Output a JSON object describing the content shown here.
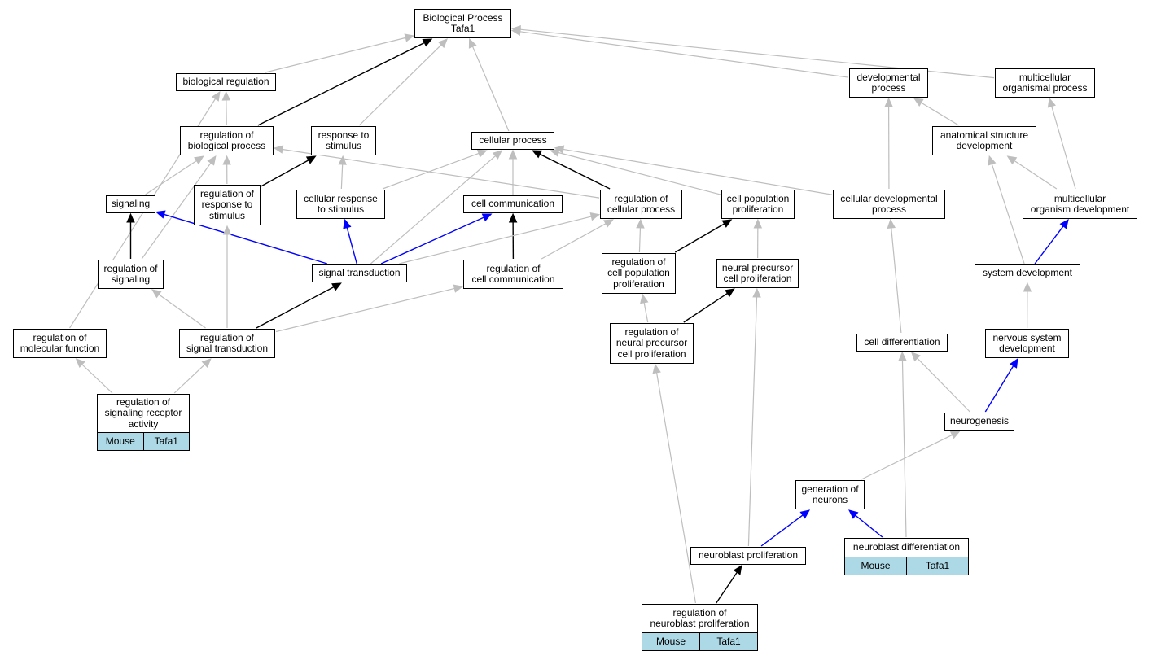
{
  "colors": {
    "grey": "#bebebe",
    "black": "#000000",
    "blue": "#0000ff",
    "annotation": "#add8e6"
  },
  "nodes": {
    "root": {
      "label": "Biological Process\nTafa1"
    },
    "bioreg": {
      "label": "biological regulation"
    },
    "devproc": {
      "label": "developmental\nprocess"
    },
    "multiorg": {
      "label": "multicellular\norganismal process"
    },
    "regbio": {
      "label": "regulation of\nbiological process"
    },
    "resp": {
      "label": "response to\nstimulus"
    },
    "cellproc": {
      "label": "cellular process"
    },
    "anat": {
      "label": "anatomical structure\ndevelopment"
    },
    "signaling": {
      "label": "signaling"
    },
    "regresp": {
      "label": "regulation of\nresponse to\nstimulus"
    },
    "cellresp": {
      "label": "cellular response\nto stimulus"
    },
    "cellcomm": {
      "label": "cell communication"
    },
    "regcell": {
      "label": "regulation of\ncellular process"
    },
    "cellpop": {
      "label": "cell population\nproliferation"
    },
    "celldev": {
      "label": "cellular developmental\nprocess"
    },
    "multidev": {
      "label": "multicellular\norganism development"
    },
    "regsig": {
      "label": "regulation of\nsignaling"
    },
    "sigtrans": {
      "label": "signal transduction"
    },
    "regcomm": {
      "label": "regulation of\ncell communication"
    },
    "regcellpop": {
      "label": "regulation of\ncell population\nproliferation"
    },
    "neuralprec": {
      "label": "neural precursor\ncell proliferation"
    },
    "sysdev": {
      "label": "system development"
    },
    "regmol": {
      "label": "regulation of\nmolecular function"
    },
    "regsigtrans": {
      "label": "regulation of\nsignal transduction"
    },
    "regneuralprec": {
      "label": "regulation of\nneural precursor\ncell proliferation"
    },
    "celldiff": {
      "label": "cell differentiation"
    },
    "nervdev": {
      "label": "nervous system\ndevelopment"
    },
    "regsigrec": {
      "label": "regulation of\nsignaling receptor\nactivity",
      "annotation": [
        "Mouse",
        "Tafa1"
      ]
    },
    "neurogenesis": {
      "label": "neurogenesis"
    },
    "genneur": {
      "label": "generation of\nneurons"
    },
    "nbdiff": {
      "label": "neuroblast differentiation",
      "annotation": [
        "Mouse",
        "Tafa1"
      ]
    },
    "nbprolif": {
      "label": "neuroblast proliferation"
    },
    "regnbprolif": {
      "label": "regulation of\nneuroblast proliferation",
      "annotation": [
        "Mouse",
        "Tafa1"
      ]
    }
  },
  "edges": [
    {
      "from": "bioreg",
      "to": "root",
      "color": "grey"
    },
    {
      "from": "regbio",
      "to": "root",
      "color": "black"
    },
    {
      "from": "resp",
      "to": "root",
      "color": "grey"
    },
    {
      "from": "cellproc",
      "to": "root",
      "color": "grey"
    },
    {
      "from": "devproc",
      "to": "root",
      "color": "grey"
    },
    {
      "from": "multiorg",
      "to": "root",
      "color": "grey"
    },
    {
      "from": "regbio",
      "to": "bioreg",
      "color": "grey"
    },
    {
      "from": "regmol",
      "to": "bioreg",
      "color": "grey"
    },
    {
      "from": "anat",
      "to": "devproc",
      "color": "grey"
    },
    {
      "from": "celldev",
      "to": "devproc",
      "color": "grey"
    },
    {
      "from": "multidev",
      "to": "multiorg",
      "color": "grey"
    },
    {
      "from": "signaling",
      "to": "regbio",
      "color": "grey"
    },
    {
      "from": "regresp",
      "to": "regbio",
      "color": "grey"
    },
    {
      "from": "regcell",
      "to": "regbio",
      "color": "grey"
    },
    {
      "from": "regsig",
      "to": "regbio",
      "color": "grey"
    },
    {
      "from": "regresp",
      "to": "resp",
      "color": "black"
    },
    {
      "from": "cellresp",
      "to": "resp",
      "color": "grey"
    },
    {
      "from": "cellresp",
      "to": "cellproc",
      "color": "grey"
    },
    {
      "from": "cellcomm",
      "to": "cellproc",
      "color": "grey"
    },
    {
      "from": "regcell",
      "to": "cellproc",
      "color": "black"
    },
    {
      "from": "cellpop",
      "to": "cellproc",
      "color": "grey"
    },
    {
      "from": "celldev",
      "to": "cellproc",
      "color": "grey"
    },
    {
      "from": "sigtrans",
      "to": "cellproc",
      "color": "grey"
    },
    {
      "from": "multidev",
      "to": "anat",
      "color": "grey"
    },
    {
      "from": "sysdev",
      "to": "anat",
      "color": "grey"
    },
    {
      "from": "regsig",
      "to": "signaling",
      "color": "black"
    },
    {
      "from": "sigtrans",
      "to": "signaling",
      "color": "blue"
    },
    {
      "from": "sigtrans",
      "to": "cellresp",
      "color": "blue"
    },
    {
      "from": "sigtrans",
      "to": "cellcomm",
      "color": "blue"
    },
    {
      "from": "regcomm",
      "to": "cellcomm",
      "color": "black"
    },
    {
      "from": "regcomm",
      "to": "regcell",
      "color": "grey"
    },
    {
      "from": "regcellpop",
      "to": "regcell",
      "color": "grey"
    },
    {
      "from": "sigtrans",
      "to": "regcell",
      "color": "grey"
    },
    {
      "from": "regcellpop",
      "to": "cellpop",
      "color": "black"
    },
    {
      "from": "neuralprec",
      "to": "cellpop",
      "color": "grey"
    },
    {
      "from": "celldiff",
      "to": "celldev",
      "color": "grey"
    },
    {
      "from": "sysdev",
      "to": "multidev",
      "color": "blue"
    },
    {
      "from": "regsigtrans",
      "to": "regsig",
      "color": "grey"
    },
    {
      "from": "regsigtrans",
      "to": "sigtrans",
      "color": "black"
    },
    {
      "from": "regsigtrans",
      "to": "regcomm",
      "color": "grey"
    },
    {
      "from": "regsigtrans",
      "to": "regresp",
      "color": "grey"
    },
    {
      "from": "regneuralprec",
      "to": "regcellpop",
      "color": "grey"
    },
    {
      "from": "regneuralprec",
      "to": "neuralprec",
      "color": "black"
    },
    {
      "from": "nervdev",
      "to": "sysdev",
      "color": "grey"
    },
    {
      "from": "regsigrec",
      "to": "regmol",
      "color": "grey"
    },
    {
      "from": "regsigrec",
      "to": "regsigtrans",
      "color": "grey"
    },
    {
      "from": "neurogenesis",
      "to": "celldiff",
      "color": "grey"
    },
    {
      "from": "neurogenesis",
      "to": "nervdev",
      "color": "blue"
    },
    {
      "from": "genneur",
      "to": "neurogenesis",
      "color": "grey"
    },
    {
      "from": "nbdiff",
      "to": "genneur",
      "color": "blue"
    },
    {
      "from": "nbdiff",
      "to": "celldiff",
      "color": "grey"
    },
    {
      "from": "nbprolif",
      "to": "genneur",
      "color": "blue"
    },
    {
      "from": "nbprolif",
      "to": "neuralprec",
      "color": "grey"
    },
    {
      "from": "regnbprolif",
      "to": "nbprolif",
      "color": "black"
    },
    {
      "from": "regnbprolif",
      "to": "regneuralprec",
      "color": "grey"
    }
  ]
}
